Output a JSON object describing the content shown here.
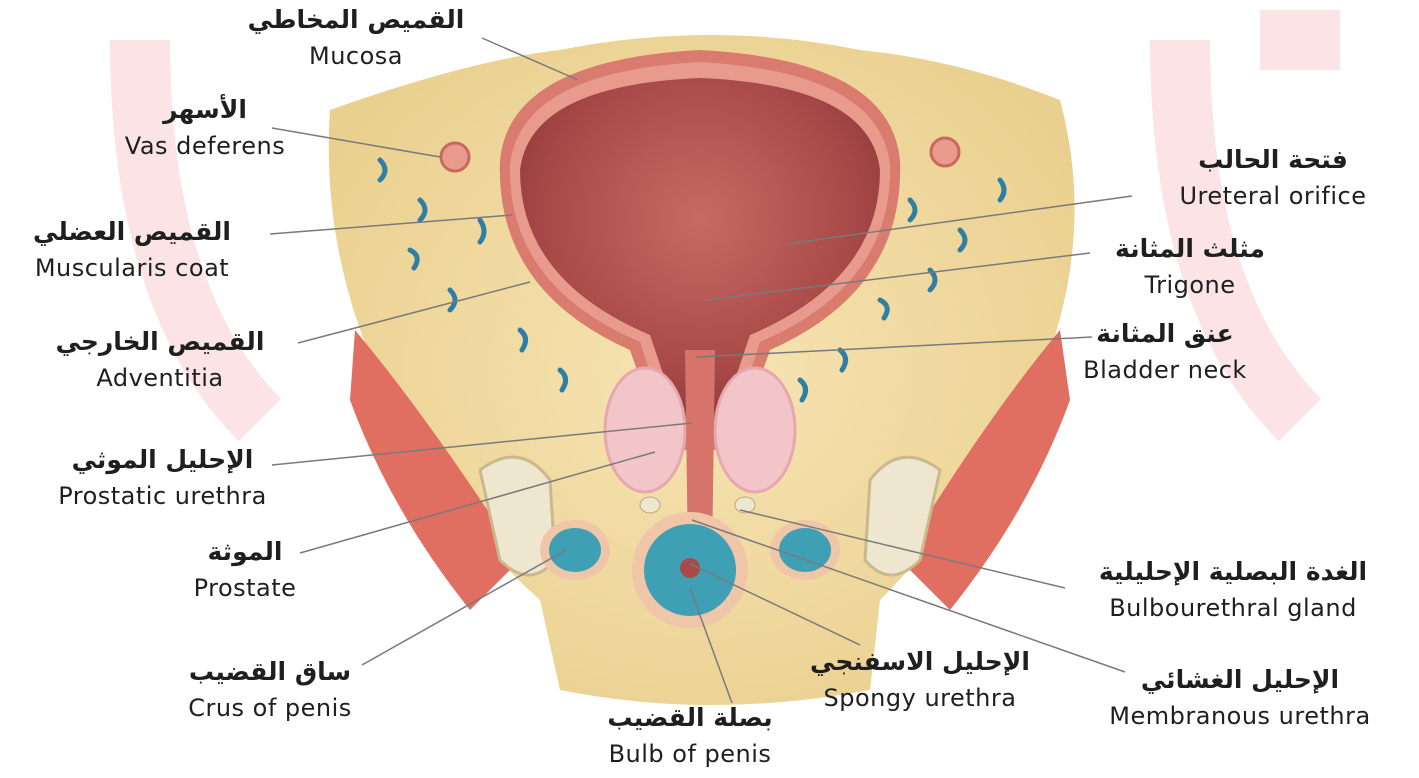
{
  "labels": {
    "mucosa": {
      "ar": "القميص المخاطي",
      "en": "Mucosa"
    },
    "vas_deferens": {
      "ar": "الأسهر",
      "en": "Vas deferens"
    },
    "muscularis": {
      "ar": "القميص العضلي",
      "en": "Muscularis coat"
    },
    "adventitia": {
      "ar": "القميص الخارجي",
      "en": "Adventitia"
    },
    "prostatic_urethra": {
      "ar": "الإحليل الموثي",
      "en": "Prostatic urethra"
    },
    "prostate": {
      "ar": "الموثة",
      "en": "Prostate"
    },
    "crus": {
      "ar": "ساق القضيب",
      "en": "Crus of penis"
    },
    "bulb": {
      "ar": "بصلة القضيب",
      "en": "Bulb of penis"
    },
    "spongy": {
      "ar": "الإحليل الاسفنجي",
      "en": "Spongy urethra"
    },
    "membranous": {
      "ar": "الإحليل الغشائي",
      "en": "Membranous urethra"
    },
    "bulbourethral": {
      "ar": "الغدة البصلية الإحليلية",
      "en": "Bulbourethral gland"
    },
    "bladder_neck": {
      "ar": "عنق المثانة",
      "en": "Bladder neck"
    },
    "trigone": {
      "ar": "مثلث المثانة",
      "en": "Trigone"
    },
    "ureteral_orifice": {
      "ar": "فتحة الحالب",
      "en": "Ureteral orifice"
    }
  },
  "colors": {
    "watermark": "#fbe3e6",
    "lumen": "#b4524f",
    "wall": "#e58f82",
    "fat": "#f3dca7",
    "vessel": "#2f7ea4",
    "muscle": "#e06f62",
    "prostate": "#f2c6c8",
    "bone": "#efe6cf",
    "bulb": "#3f9fb5",
    "leader": "#7a7a7a"
  }
}
